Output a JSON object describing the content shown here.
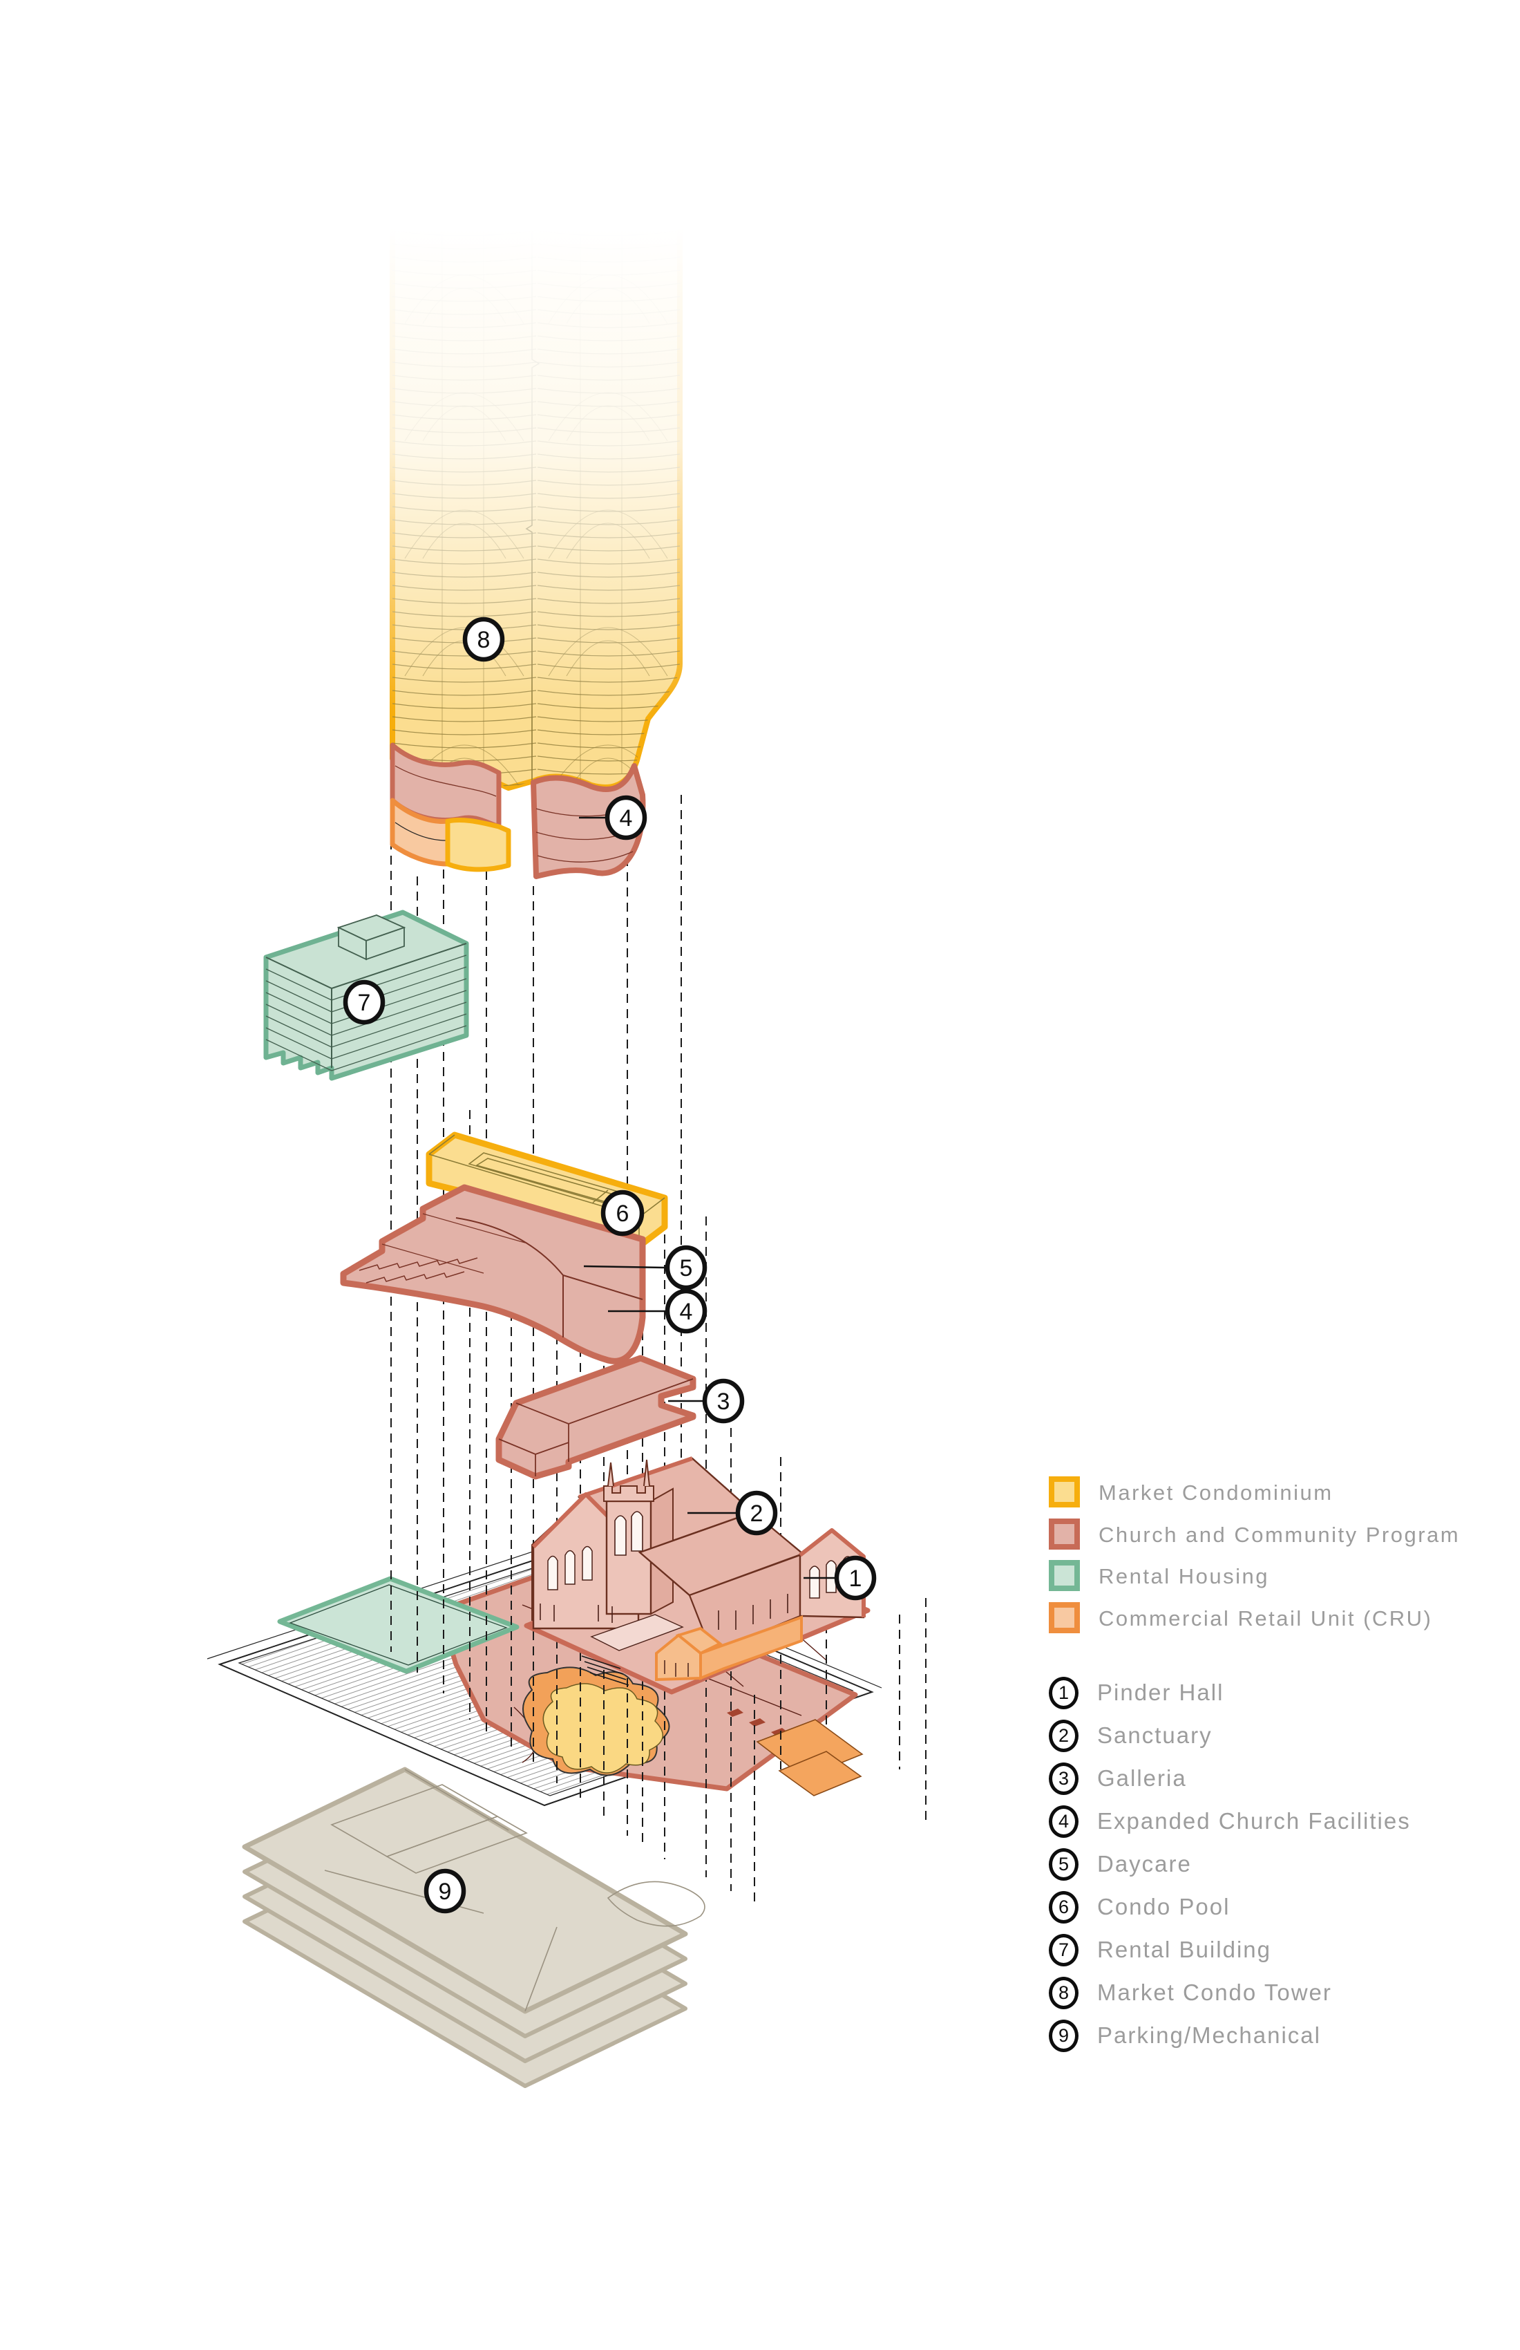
{
  "legend": {
    "items": [
      {
        "label": "Market Condominium",
        "fill": "#FBDD90",
        "border": "#F6AE0E"
      },
      {
        "label": "Church and Community Program",
        "fill": "#E2B2A8",
        "border": "#C76B57"
      },
      {
        "label": "Rental Housing",
        "fill": "#CBE4D6",
        "border": "#74B795"
      },
      {
        "label": "Commercial Retail Unit (CRU)",
        "fill": "#F8C9A2",
        "border": "#EF8E3E"
      }
    ]
  },
  "key_list": {
    "items": [
      {
        "number": "1",
        "label": "Pinder Hall"
      },
      {
        "number": "2",
        "label": "Sanctuary"
      },
      {
        "number": "3",
        "label": "Galleria"
      },
      {
        "number": "4",
        "label": "Expanded Church Facilities"
      },
      {
        "number": "5",
        "label": "Daycare"
      },
      {
        "number": "6",
        "label": "Condo Pool"
      },
      {
        "number": "7",
        "label": "Rental Building"
      },
      {
        "number": "8",
        "label": "Market Condo Tower"
      },
      {
        "number": "9",
        "label": "Parking/Mechanical"
      }
    ]
  },
  "diagram": {
    "callouts": {
      "c8": "8",
      "c4a": "4",
      "c7": "7",
      "c6": "6",
      "c5": "5",
      "c4b": "4",
      "c3": "3",
      "c2": "2",
      "c1": "1",
      "c9": "9"
    },
    "colors": {
      "condo_yellow_fill": "#FBDD90",
      "condo_yellow_border": "#F6AE0E",
      "church_red_fill": "#E2B2A8",
      "church_red_border": "#C76B57",
      "rental_green_fill": "#CBE4D6",
      "rental_green_border": "#74B795",
      "cru_orange_fill": "#F8C9A2",
      "cru_orange_border": "#EF8E3E",
      "parking_fill": "#DED9CC",
      "parking_border": "#B9B19E"
    }
  }
}
